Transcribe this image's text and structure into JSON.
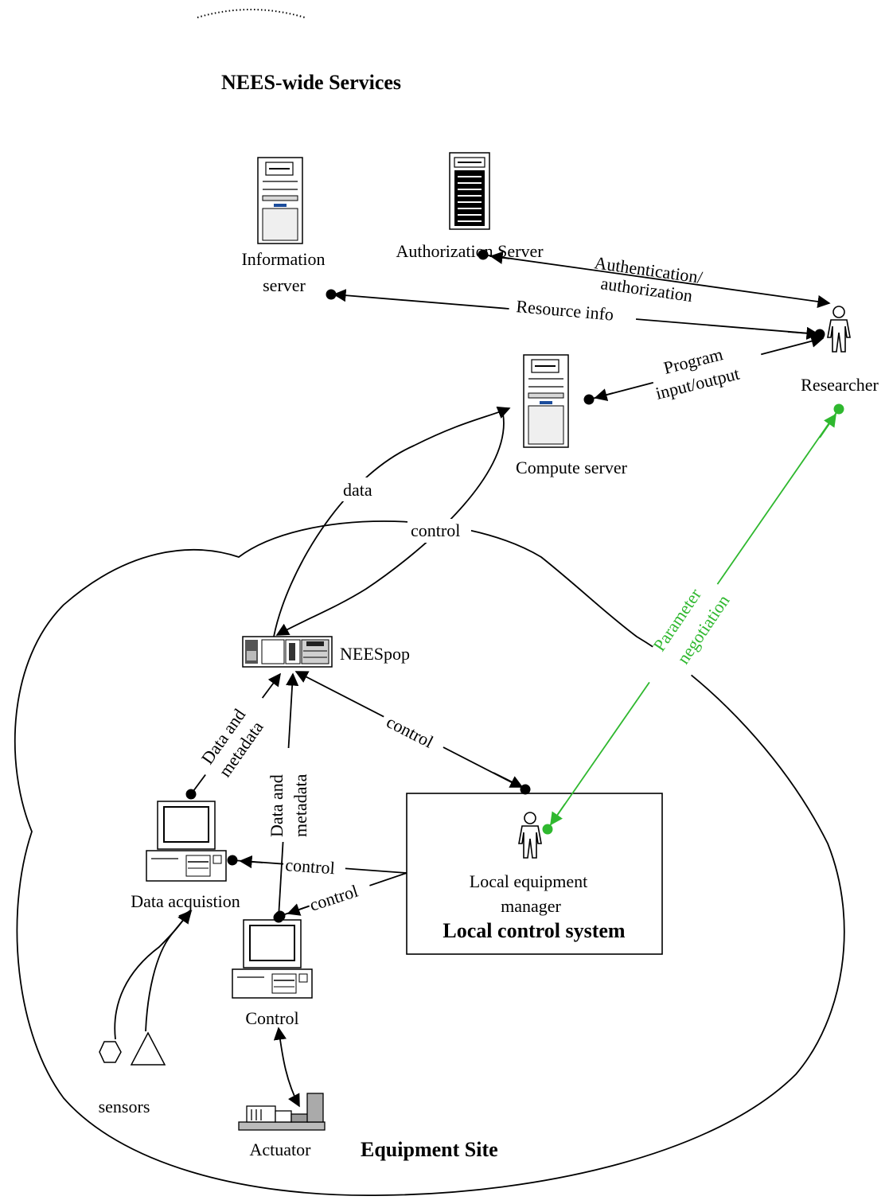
{
  "title": "NEES-wide Services",
  "site_label": "Equipment Site",
  "nodes": {
    "information_server": [
      "Information",
      "server"
    ],
    "authorization_server": "Authorization Server",
    "compute_server": "Compute server",
    "researcher": "Researcher",
    "neespop": "NEESpop",
    "data_acquisition": "Data acquistion",
    "control": "Control",
    "actuator": "Actuator",
    "sensors": "sensors",
    "local_equipment_manager": [
      "Local equipment",
      "manager"
    ],
    "local_control_system": "Local control system"
  },
  "edges": {
    "auth": [
      "Authentication/",
      "authorization"
    ],
    "resource_info": "Resource info",
    "program_io": [
      "Program",
      "input/output"
    ],
    "data": "data",
    "control_top": "control",
    "control_local": "control",
    "control_daq": "control",
    "control_ctrl": "control",
    "data_meta_daq": [
      "Data and",
      "metadata"
    ],
    "data_meta_ctrl": [
      "Data and",
      "metadata"
    ],
    "parameter_negotiation": [
      "Parameter",
      "negotiation"
    ]
  },
  "colors": {
    "line": "#000000",
    "negotiation": "#2fb82f",
    "background": "#ffffff"
  }
}
